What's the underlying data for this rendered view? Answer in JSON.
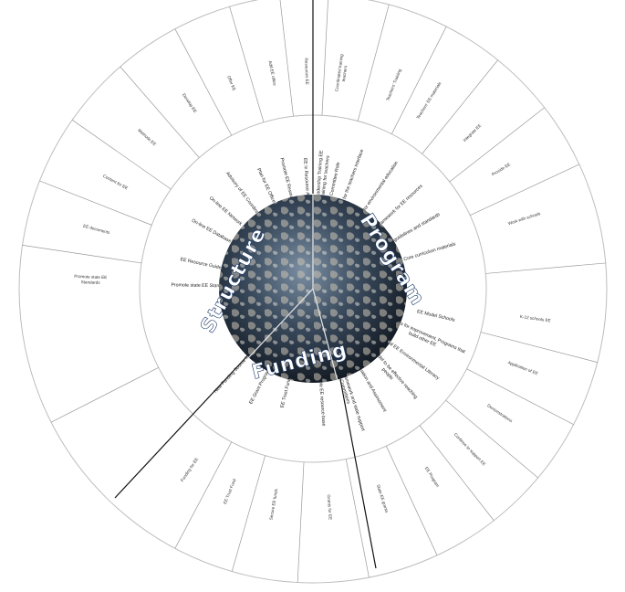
{
  "center": {
    "words": [
      {
        "name": "segment-label-structure",
        "text": "Structure"
      },
      {
        "name": "segment-label-program",
        "text": "Program"
      },
      {
        "name": "segment-label-funding",
        "text": "Funding"
      }
    ]
  },
  "inner_ring": [
    {
      "a": -83,
      "r": 108,
      "text": "Coordinated Training for teachers"
    },
    {
      "a": -70,
      "r": 118,
      "text": "EE activities for the teachers interface"
    },
    {
      "a": -56,
      "r": 122,
      "text": "EE criteria for environmental education"
    },
    {
      "a": -43,
      "r": 126,
      "text": "EE a framework for EE resources"
    },
    {
      "a": -30,
      "r": 128,
      "text": "EE guidelines and standards"
    },
    {
      "a": -17,
      "r": 130,
      "text": "EE Core curriculum materials"
    },
    {
      "a": 13,
      "r": 138,
      "text": "EE Model Schools"
    },
    {
      "a": 24,
      "r": 132,
      "text": "Programs for improvement, Programs that build other EE"
    },
    {
      "a": 36,
      "r": 128,
      "text": "Regional EE Environmental Literacy"
    },
    {
      "a": 48,
      "r": 124,
      "text": "EE a model to be effective reaching people"
    },
    {
      "a": 60,
      "r": 120,
      "text": "EE Evaluation and Assessment"
    },
    {
      "a": 72,
      "r": 118,
      "text": "EE Central Framework and state support Committees"
    },
    {
      "a": 86,
      "r": 116,
      "text": "Sustainable EE resource base"
    },
    {
      "a": 104,
      "r": 118,
      "text": "EE Trust Fund"
    },
    {
      "a": 118,
      "r": 122,
      "text": "EE Grant Program"
    },
    {
      "a": 133,
      "r": 124,
      "text": "New Funding Source for EE"
    },
    {
      "a": -179,
      "r": 124,
      "text": "Promote state EE Standard"
    },
    {
      "a": -168,
      "r": 126,
      "text": "EE Resource Guide"
    },
    {
      "a": -151,
      "r": 128,
      "text": "On-line EE Database"
    },
    {
      "a": -139,
      "r": 128,
      "text": "On-line EE Network"
    },
    {
      "a": -127,
      "r": 126,
      "text": "Advisory of EE Coordination"
    },
    {
      "a": -115,
      "r": 124,
      "text": "Plan for EE Office"
    },
    {
      "a": -104,
      "r": 120,
      "text": "Promote EE Resources"
    },
    {
      "a": -94,
      "r": 116,
      "text": "EE in Resource Agency"
    },
    {
      "a": -86,
      "r": 110,
      "text": "Promote EE Leadership Training EE"
    },
    {
      "a": -78,
      "r": 104,
      "text": "EE and teacher Committee Role"
    }
  ],
  "outer_ring": [
    {
      "a": -82,
      "r": 238,
      "text": "Coordinated training teachers"
    },
    {
      "a": -68,
      "r": 240,
      "text": "Teachers' Training"
    },
    {
      "a": -58,
      "r": 242,
      "text": "Teachers' EE materials"
    },
    {
      "a": -44,
      "r": 244,
      "text": "Integrate EE"
    },
    {
      "a": -32,
      "r": 244,
      "text": "Provide EE"
    },
    {
      "a": -18,
      "r": 244,
      "text": "Work with schools"
    },
    {
      "a": 8,
      "r": 246,
      "text": "K-12 schools EE"
    },
    {
      "a": 21,
      "r": 246,
      "text": "Application of EE"
    },
    {
      "a": 34,
      "r": 246,
      "text": "Demonstrations"
    },
    {
      "a": 46,
      "r": 246,
      "text": "Continue to support EE"
    },
    {
      "a": 58,
      "r": 244,
      "text": "EE Program"
    },
    {
      "a": 72,
      "r": 242,
      "text": "State EE grants"
    },
    {
      "a": 86,
      "r": 240,
      "text": "Grants for EE"
    },
    {
      "a": 100,
      "r": 240,
      "text": "Secure EE funds"
    },
    {
      "a": 112,
      "r": 240,
      "text": "EE Trust Fund"
    },
    {
      "a": 124,
      "r": 240,
      "text": "Funding for EE"
    },
    {
      "a": -178,
      "r": 244,
      "text": "Promote state EE Standards"
    },
    {
      "a": -165,
      "r": 246,
      "text": "EE documents"
    },
    {
      "a": -152,
      "r": 246,
      "text": "Content for EE"
    },
    {
      "a": -138,
      "r": 246,
      "text": "Methods EE"
    },
    {
      "a": -124,
      "r": 244,
      "text": "Develop EE"
    },
    {
      "a": -112,
      "r": 242,
      "text": "Offer EE"
    },
    {
      "a": -101,
      "r": 240,
      "text": "Add EE office"
    },
    {
      "a": -92,
      "r": 238,
      "text": "Resources EE"
    }
  ]
}
